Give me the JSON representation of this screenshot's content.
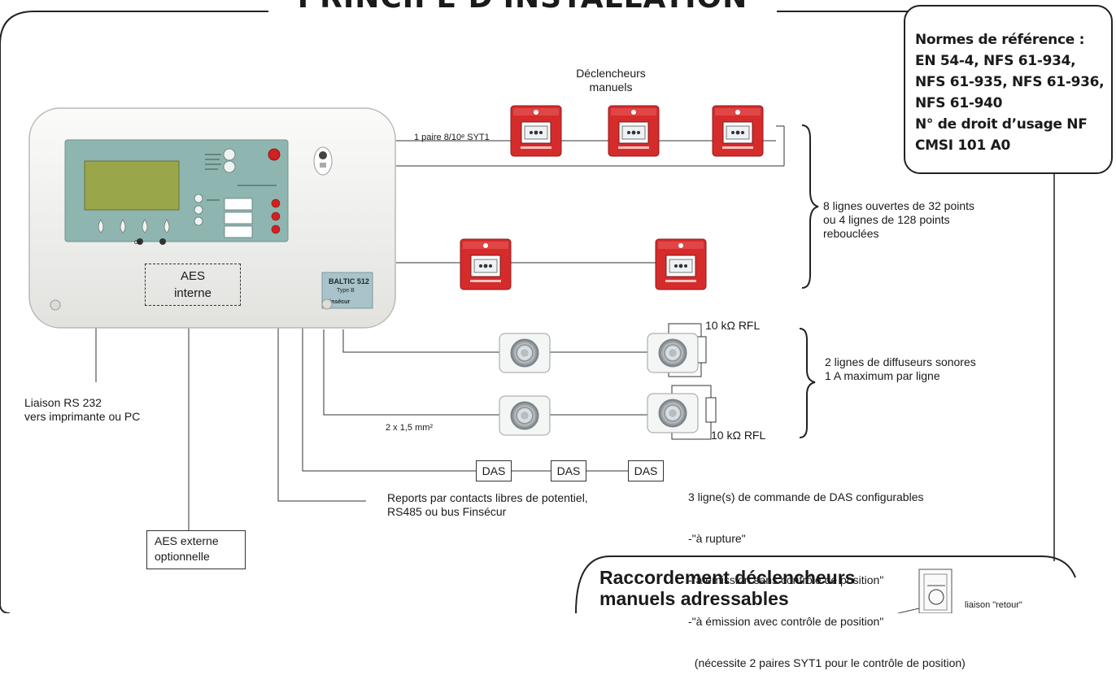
{
  "title": "PRINCIPE D'INSTALLATION",
  "norms": {
    "lines": [
      "Normes de référence :",
      "EN 54-4, NFS 61-934,",
      "NFS 61-935, NFS 61-936,",
      "NFS 61-940",
      "N° de droit d’usage NF",
      "CMSI 101 A0"
    ]
  },
  "labels": {
    "declencheurs": [
      "Déclencheurs",
      "manuels"
    ],
    "cable_paire": "1 paire 8/10ᵉ SYT1",
    "lignes_ouvertes": [
      "8 lignes ouvertes de 32 points",
      "ou 4 lignes de 128 points",
      "rebouclées"
    ],
    "aes_interne": [
      "AES",
      "interne"
    ],
    "resistor_top": "10 kΩ RFL",
    "resistor_bottom": "10 kΩ RFL",
    "diffuseurs": [
      "2 lignes de diffuseurs sonores",
      "1 A maximum par ligne"
    ],
    "cable_section": "2 x 1,5 mm²",
    "rs232": [
      "Liaison RS 232",
      "vers imprimante ou PC"
    ],
    "das_boxes": [
      "DAS",
      "DAS",
      "DAS"
    ],
    "das_config": [
      "3 ligne(s) de commande de DAS configurables",
      "-\"à rupture\"",
      "-\"à émission sans contrôle de position\"",
      "-\"à émission avec contrôle de position\"",
      "  (nécessite 2 paires SYT1 pour le contrôle de position)"
    ],
    "reports": [
      "Reports par contacts libres de potentiel,",
      "RS485 ou bus Finsécur"
    ],
    "aes_externe": [
      "AES externe",
      "optionnelle"
    ],
    "raccordement": [
      "Raccordement déclencheurs",
      "manuels adressables"
    ],
    "liaison_retour": "liaison \"retour\""
  },
  "panel": {
    "brand_box": [
      "BALTIC 512",
      "Type B",
      "Finsécur"
    ],
    "ok_label": "OK"
  },
  "colors": {
    "callpoint_red": "#d62b2b",
    "panel_body": "#f1f1ef",
    "lcd_panel": "#8fb5b0",
    "lcd_screen": "#9aa64a",
    "brand_box": "#a8c3c9"
  }
}
